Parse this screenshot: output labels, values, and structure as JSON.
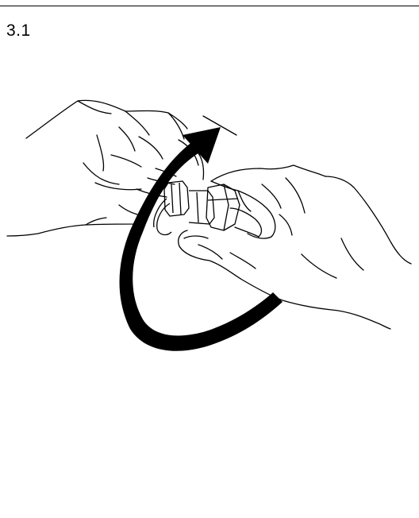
{
  "step": {
    "number": "3.1"
  },
  "illustration": {
    "subject": "hands-tightening-hose-fitting",
    "arrow": "clockwise-rotation-arrow",
    "colors": {
      "line": "#000000",
      "background": "#ffffff"
    }
  }
}
